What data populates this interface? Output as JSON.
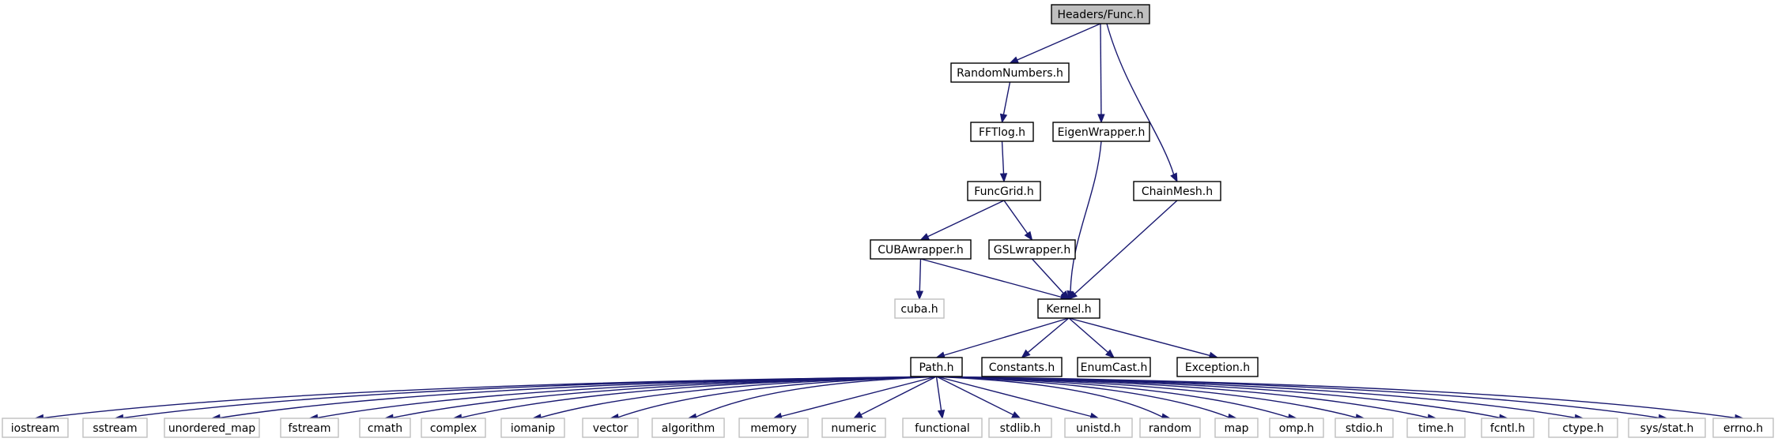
{
  "graph": {
    "title": "Headers/Func.h",
    "nodes": [
      {
        "id": "func",
        "label": "Headers/Func.h",
        "kind": "root"
      },
      {
        "id": "random_numbers",
        "label": "RandomNumbers.h",
        "kind": "project"
      },
      {
        "id": "fftlog",
        "label": "FFTlog.h",
        "kind": "project"
      },
      {
        "id": "eigen_wrapper",
        "label": "EigenWrapper.h",
        "kind": "project"
      },
      {
        "id": "func_grid",
        "label": "FuncGrid.h",
        "kind": "project"
      },
      {
        "id": "chain_mesh",
        "label": "ChainMesh.h",
        "kind": "project"
      },
      {
        "id": "cuba_wrapper",
        "label": "CUBAwrapper.h",
        "kind": "project"
      },
      {
        "id": "gsl_wrapper",
        "label": "GSLwrapper.h",
        "kind": "project"
      },
      {
        "id": "cuba",
        "label": "cuba.h",
        "kind": "system"
      },
      {
        "id": "kernel",
        "label": "Kernel.h",
        "kind": "project"
      },
      {
        "id": "path",
        "label": "Path.h",
        "kind": "project"
      },
      {
        "id": "constants",
        "label": "Constants.h",
        "kind": "project"
      },
      {
        "id": "enum_cast",
        "label": "EnumCast.h",
        "kind": "project"
      },
      {
        "id": "exception",
        "label": "Exception.h",
        "kind": "project"
      },
      {
        "id": "iostream",
        "label": "iostream",
        "kind": "system"
      },
      {
        "id": "sstream",
        "label": "sstream",
        "kind": "system"
      },
      {
        "id": "unordered_map",
        "label": "unordered_map",
        "kind": "system"
      },
      {
        "id": "fstream",
        "label": "fstream",
        "kind": "system"
      },
      {
        "id": "cmath",
        "label": "cmath",
        "kind": "system"
      },
      {
        "id": "complex",
        "label": "complex",
        "kind": "system"
      },
      {
        "id": "iomanip",
        "label": "iomanip",
        "kind": "system"
      },
      {
        "id": "vector",
        "label": "vector",
        "kind": "system"
      },
      {
        "id": "algorithm",
        "label": "algorithm",
        "kind": "system"
      },
      {
        "id": "memory",
        "label": "memory",
        "kind": "system"
      },
      {
        "id": "numeric",
        "label": "numeric",
        "kind": "system"
      },
      {
        "id": "functional",
        "label": "functional",
        "kind": "system"
      },
      {
        "id": "stdlib",
        "label": "stdlib.h",
        "kind": "system"
      },
      {
        "id": "unistd",
        "label": "unistd.h",
        "kind": "system"
      },
      {
        "id": "random",
        "label": "random",
        "kind": "system"
      },
      {
        "id": "map",
        "label": "map",
        "kind": "system"
      },
      {
        "id": "omp",
        "label": "omp.h",
        "kind": "system"
      },
      {
        "id": "stdio",
        "label": "stdio.h",
        "kind": "system"
      },
      {
        "id": "time",
        "label": "time.h",
        "kind": "system"
      },
      {
        "id": "fcntl",
        "label": "fcntl.h",
        "kind": "system"
      },
      {
        "id": "ctype",
        "label": "ctype.h",
        "kind": "system"
      },
      {
        "id": "sys_stat",
        "label": "sys/stat.h",
        "kind": "system"
      },
      {
        "id": "errno",
        "label": "errno.h",
        "kind": "system"
      }
    ],
    "edges": [
      [
        "func",
        "random_numbers"
      ],
      [
        "func",
        "eigen_wrapper"
      ],
      [
        "func",
        "chain_mesh"
      ],
      [
        "random_numbers",
        "fftlog"
      ],
      [
        "fftlog",
        "func_grid"
      ],
      [
        "func_grid",
        "cuba_wrapper"
      ],
      [
        "func_grid",
        "gsl_wrapper"
      ],
      [
        "cuba_wrapper",
        "cuba"
      ],
      [
        "cuba_wrapper",
        "kernel"
      ],
      [
        "gsl_wrapper",
        "kernel"
      ],
      [
        "eigen_wrapper",
        "kernel"
      ],
      [
        "chain_mesh",
        "kernel"
      ],
      [
        "kernel",
        "path"
      ],
      [
        "kernel",
        "constants"
      ],
      [
        "kernel",
        "enum_cast"
      ],
      [
        "kernel",
        "exception"
      ],
      [
        "path",
        "iostream"
      ],
      [
        "path",
        "sstream"
      ],
      [
        "path",
        "unordered_map"
      ],
      [
        "path",
        "fstream"
      ],
      [
        "path",
        "cmath"
      ],
      [
        "path",
        "complex"
      ],
      [
        "path",
        "iomanip"
      ],
      [
        "path",
        "vector"
      ],
      [
        "path",
        "algorithm"
      ],
      [
        "path",
        "memory"
      ],
      [
        "path",
        "numeric"
      ],
      [
        "path",
        "functional"
      ],
      [
        "path",
        "stdlib"
      ],
      [
        "path",
        "unistd"
      ],
      [
        "path",
        "random"
      ],
      [
        "path",
        "map"
      ],
      [
        "path",
        "omp"
      ],
      [
        "path",
        "stdio"
      ],
      [
        "path",
        "time"
      ],
      [
        "path",
        "fcntl"
      ],
      [
        "path",
        "ctype"
      ],
      [
        "path",
        "sys_stat"
      ],
      [
        "path",
        "errno"
      ]
    ]
  },
  "colors": {
    "edge": "#191970",
    "root_fill": "#bfbfbf",
    "project_border": "#000000",
    "system_border": "#bfbfbf",
    "background": "#ffffff"
  }
}
